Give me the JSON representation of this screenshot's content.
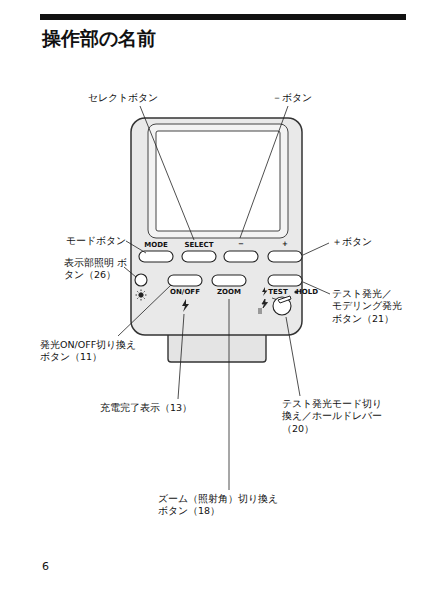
{
  "diagram": {
    "title": "操作部の名前",
    "labels": [
      "セレクトボタン",
      "－ボタン",
      "モードボタン",
      "＋ボタン",
      "表示部照明 ボタン（26）",
      "テスト発光／ モデリング発光 ボタン（21）",
      "発光ON/OFF切り換え ボタン（11）",
      "テスト発光モード切り 換え／ホールドレバー （20）",
      "充電完了表示（13）",
      "ズーム（照射角）切り換え ボタン（18）",
      "MODE",
      "SELECT",
      "−",
      "+",
      "ON/OFF",
      "ZOOM",
      "TEST",
      "HOLD",
      "6"
    ]
  }
}
